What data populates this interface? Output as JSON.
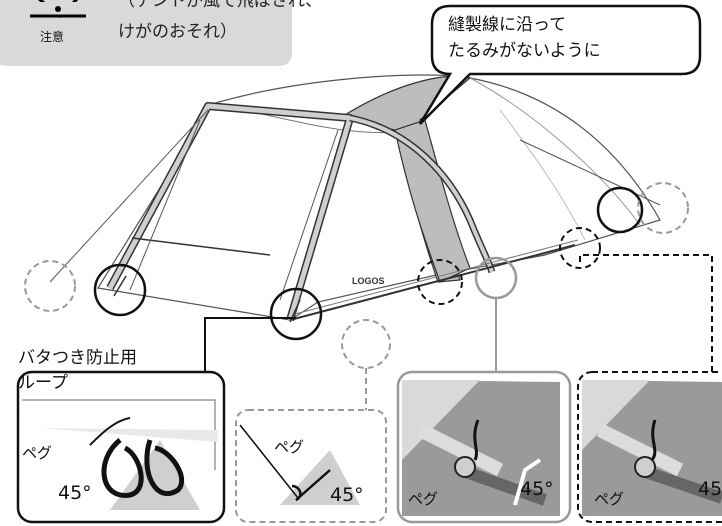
{
  "warning": {
    "icon": "warning-triangle-icon",
    "caution_label": "注意",
    "line1": "（テントが風で飛ばされ、",
    "line2": "けがのおそれ）"
  },
  "callout": {
    "line1": "縫製線に沿って",
    "line2": "たるみがないように"
  },
  "tent": {
    "logo": "LOGOS"
  },
  "loop_label": {
    "line1": "バタつき防止用",
    "line2": "ループ"
  },
  "details": [
    {
      "peg_label": "ペグ",
      "angle": "45°"
    },
    {
      "peg_label": "ペグ",
      "angle": "45°"
    },
    {
      "peg_label": "ペグ",
      "angle": "45°"
    },
    {
      "peg_label": "ペグ",
      "angle": "45"
    }
  ],
  "colors": {
    "warning_bg": "#d9d9d9",
    "tent_fly": "#bdbdbd",
    "pole": "#c8c8c8",
    "ground_shadow": "#cfcfcf"
  }
}
